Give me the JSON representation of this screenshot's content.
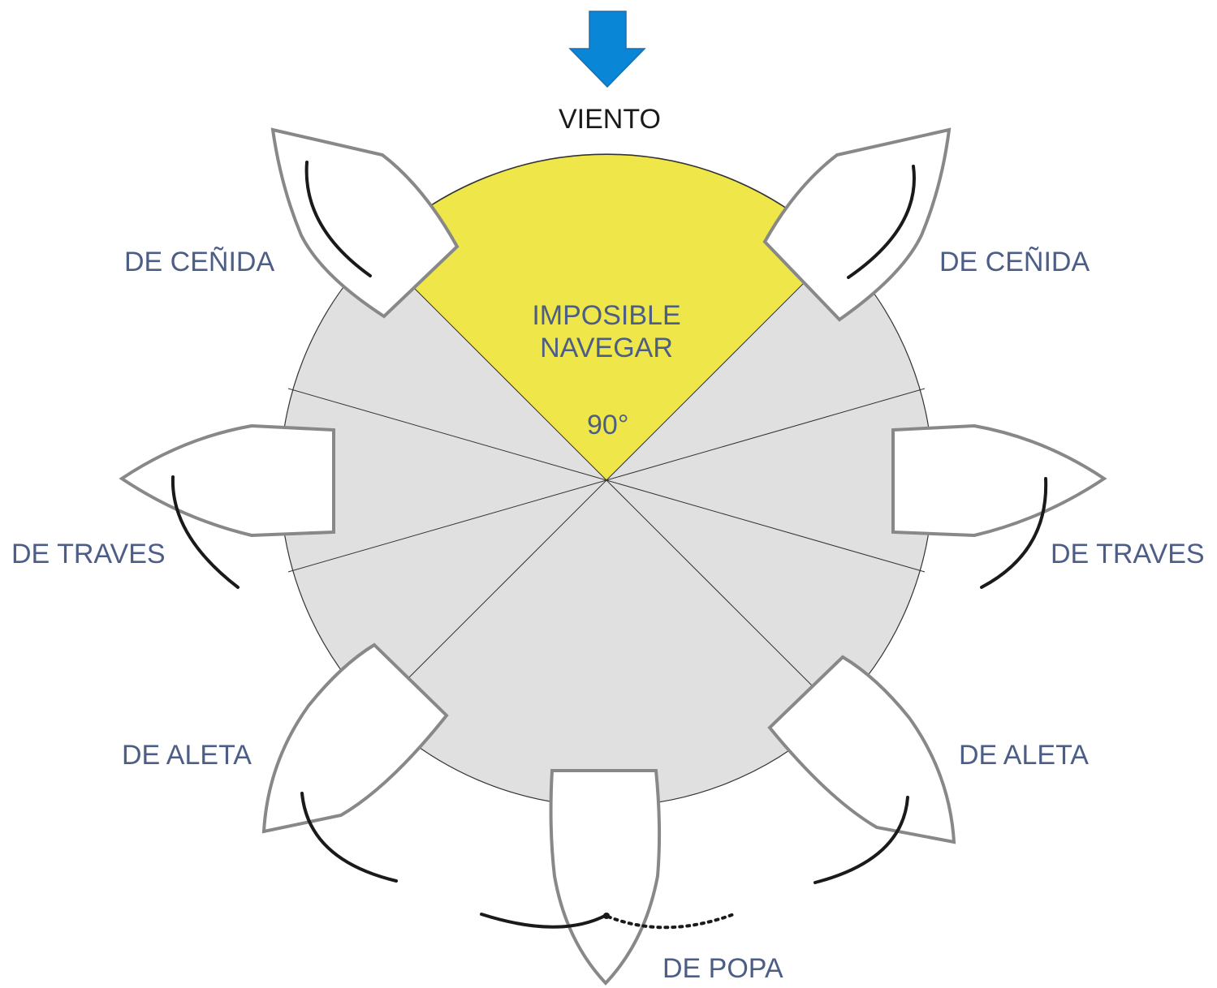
{
  "wind": {
    "label": "VIENTO",
    "arrow_color": "#0a86d6"
  },
  "no_go_zone": {
    "line1": "IMPOSIBLE",
    "line2": "NAVEGAR",
    "angle": "90°",
    "color": "#efe64a"
  },
  "points_of_sail": {
    "close_hauled_left": "DE CEÑIDA",
    "close_hauled_right": "DE CEÑIDA",
    "beam_reach_left": "DE TRAVES",
    "beam_reach_right": "DE TRAVES",
    "broad_reach_left": "DE ALETA",
    "broad_reach_right": "DE ALETA",
    "running": "DE POPA"
  },
  "colors": {
    "circle_fill": "#e0e0e0",
    "label_color": "#4d5e86",
    "boat_outline": "#888888"
  }
}
